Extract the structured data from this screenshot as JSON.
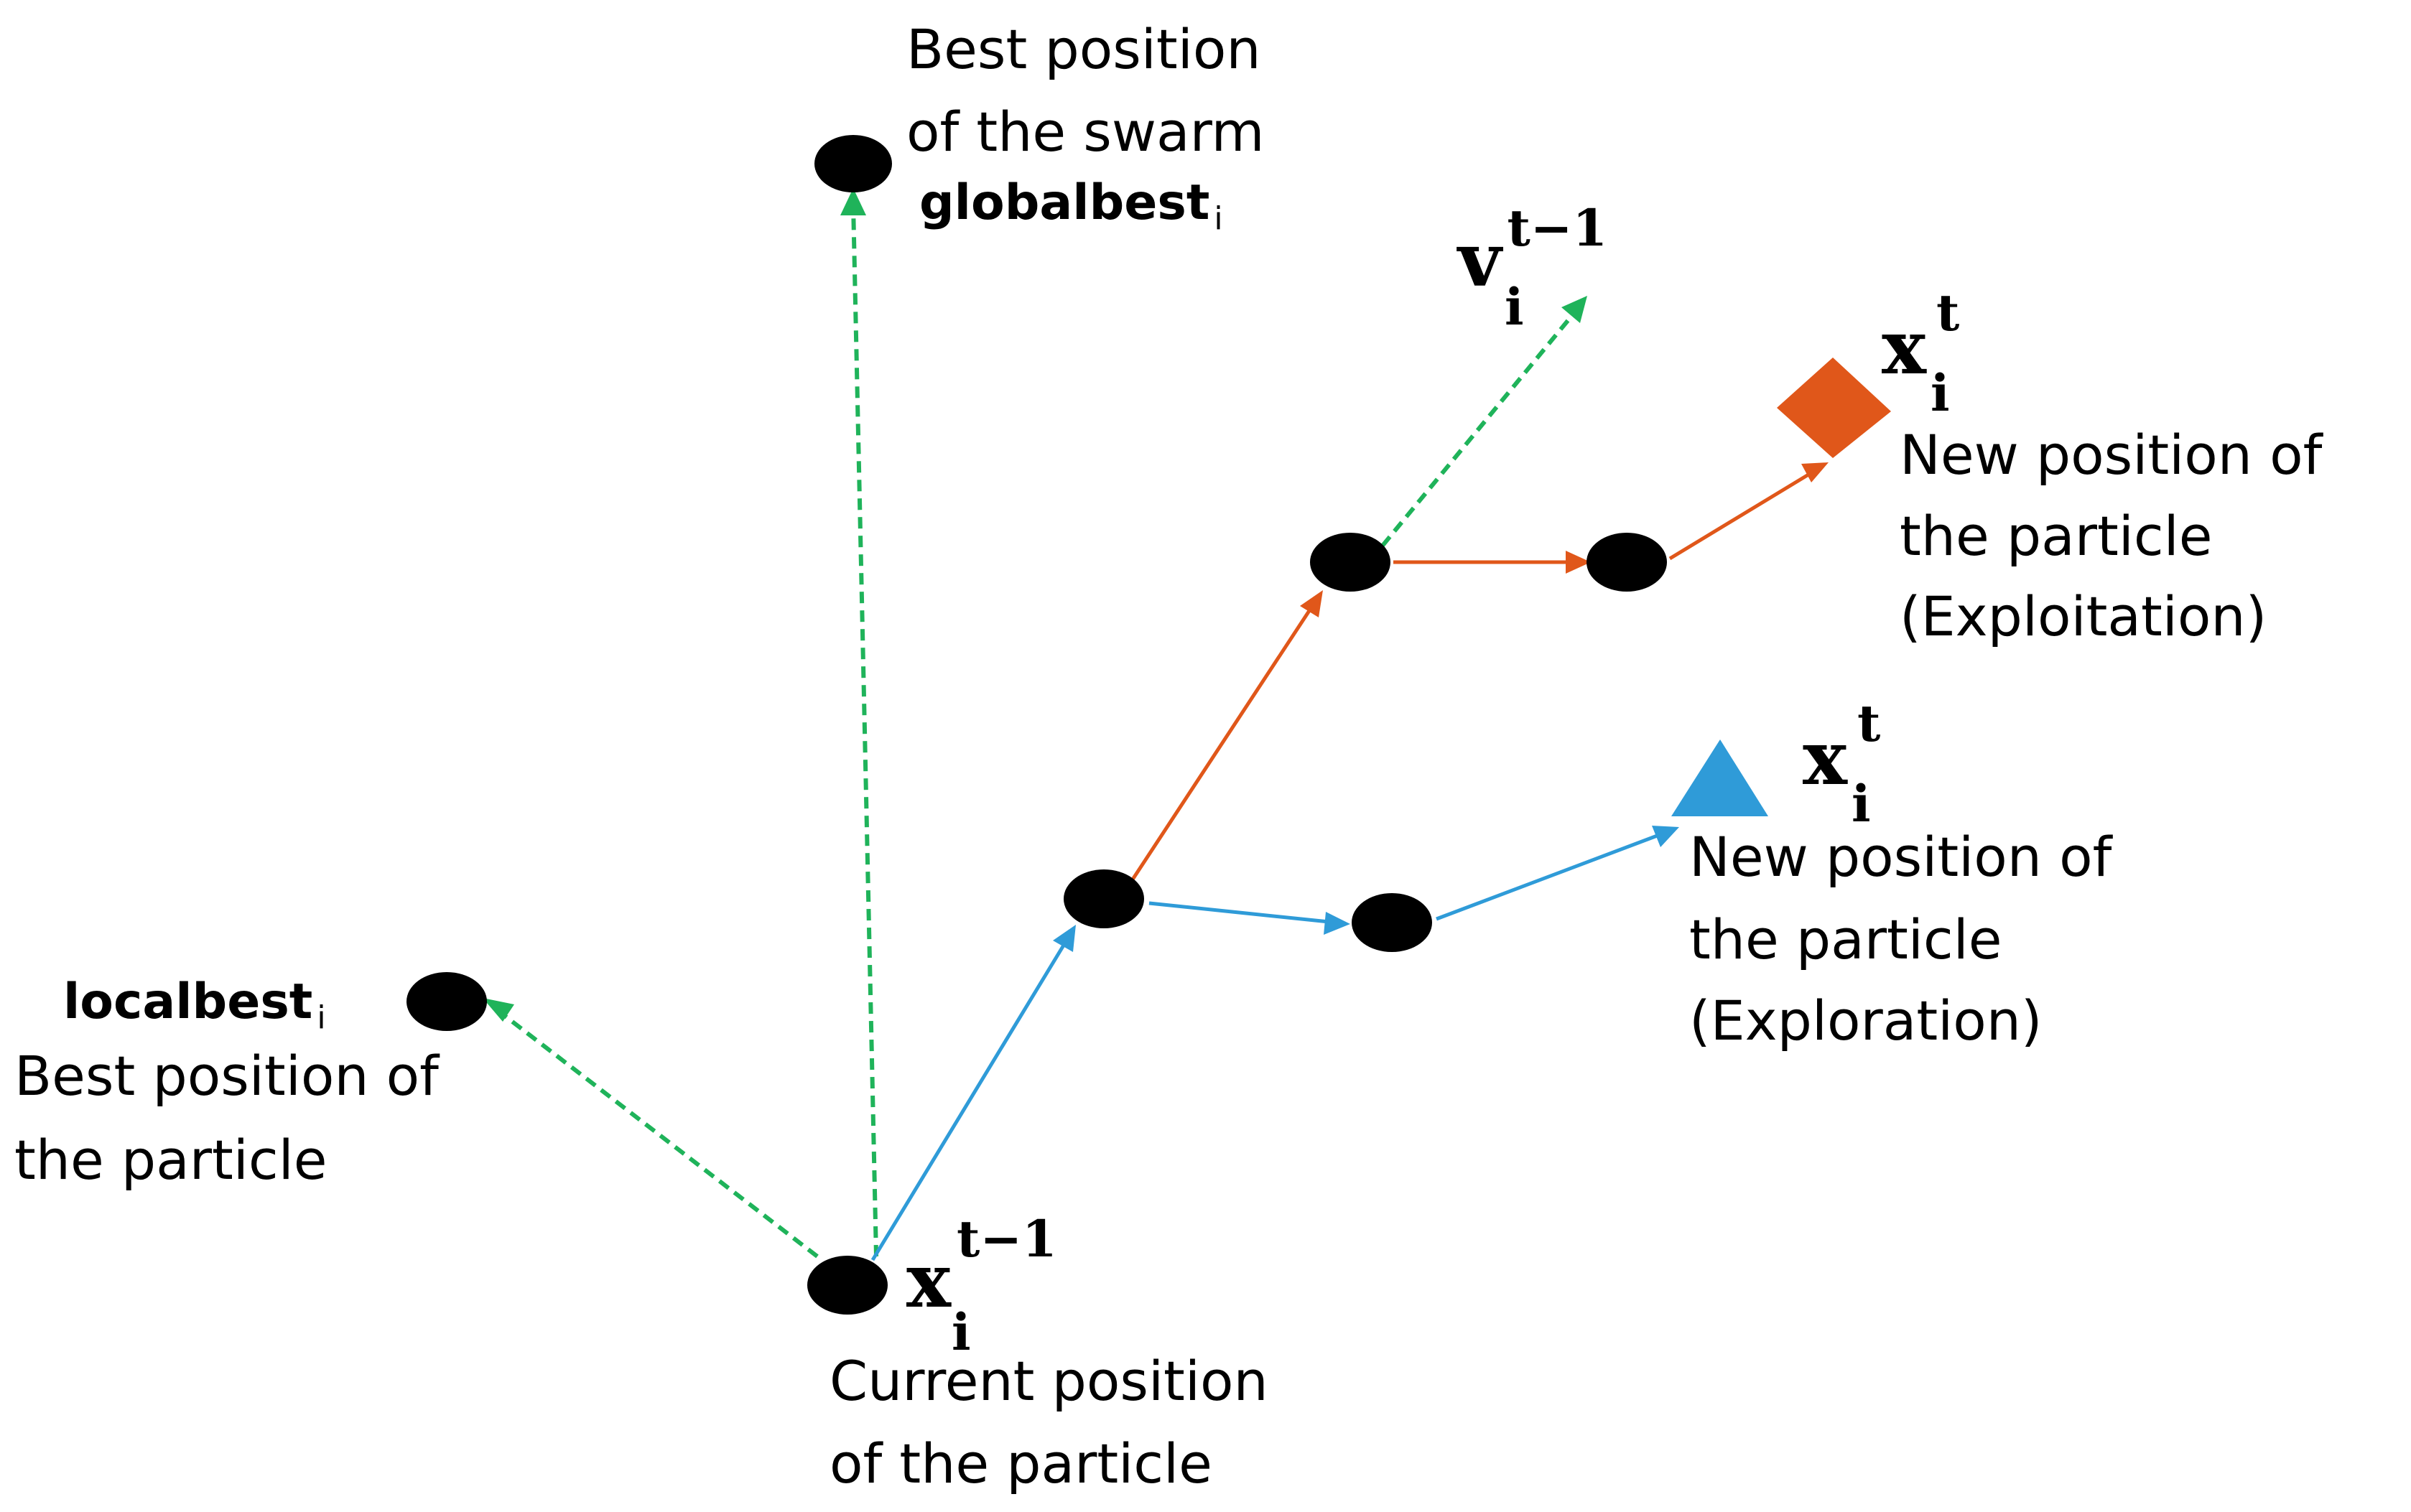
{
  "colors": {
    "dashed": "#1fb35a",
    "exploitation": "#e0571a",
    "exploration": "#2f9bd8",
    "node": "#000000"
  },
  "labels": {
    "global_desc_1": "Best position",
    "global_desc_2": "of the swarm",
    "global_name": "globalbest",
    "global_sub": "i",
    "local_name": "localbest",
    "local_sub": "i",
    "local_desc_1": "Best position of",
    "local_desc_2": "the particle",
    "current_desc_1": "Current position",
    "current_desc_2": "of the particle",
    "exploit_desc_1": "New position of",
    "exploit_desc_2": "the particle",
    "exploit_desc_3": "(Exploitation)",
    "explore_desc_1": "New position of",
    "explore_desc_2": "the particle",
    "explore_desc_3": "(Exploration)"
  },
  "math": {
    "x_prev": {
      "base": "x",
      "sub": "i",
      "sup": "t−1"
    },
    "v_prev": {
      "base": "v",
      "sub": "i",
      "sup": "t−1"
    },
    "x_exploit": {
      "base": "x",
      "sub": "i",
      "sup": "t"
    },
    "x_explore": {
      "base": "x",
      "sub": "i",
      "sup": "t"
    }
  }
}
